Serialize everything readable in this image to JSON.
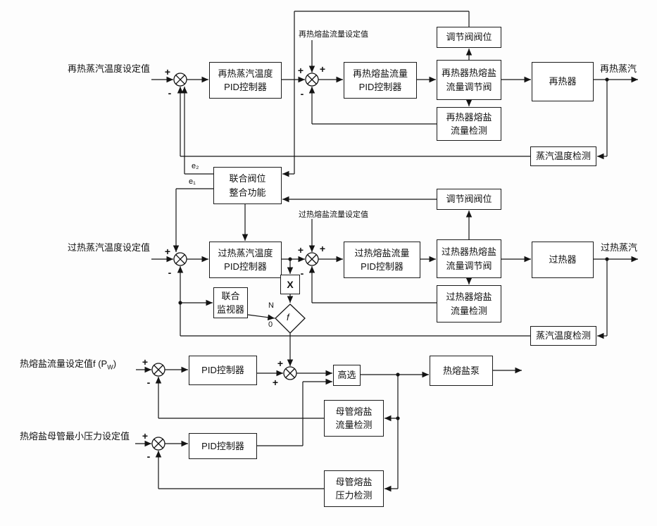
{
  "colors": {
    "ink": "#111111",
    "background": "#ffffff"
  },
  "signs": {
    "plus": "+",
    "minus": "-"
  },
  "labels": {
    "reheat_temp_setpoint": "再热蒸汽温度设定值",
    "reheat_flow_setpoint": "再热熔盐流量设定值",
    "reheat_steam": "再热蒸汽",
    "superheat_temp_setpoint": "过热蒸汽温度设定值",
    "superheat_flow_setpoint": "过热熔盐流量设定值",
    "superheat_steam": "过热蒸汽",
    "pump_flow_setpoint": {
      "pre": "热熔盐流量设定值f (P",
      "sub": "W",
      "post": ")"
    },
    "header_pressure_setpoint": "热熔盐母管最小压力设定值",
    "e2": "e₂",
    "e1": "e₁",
    "n": "N",
    "zero": "0",
    "multiply": "X",
    "f": "f"
  },
  "blocks": {
    "reheat_temp_pid": {
      "line1": "再热蒸汽温度",
      "line2": "PID控制器"
    },
    "reheat_flow_pid": {
      "line1": "再热熔盐流量",
      "line2": "PID控制器"
    },
    "reheat_valve": {
      "line1": "再热器热熔盐",
      "line2": "流量调节阀"
    },
    "reheater": {
      "line1": "再热器"
    },
    "valve_pos_top": {
      "line1": "调节阀阀位"
    },
    "reheat_flow_detect": {
      "line1": "再热器熔盐",
      "line2": "流量检测"
    },
    "steam_temp_detect_top": {
      "line1": "蒸汽温度检测"
    },
    "combined_valve_pos": {
      "line1": "联合阀位",
      "line2": "整合功能"
    },
    "valve_pos_mid": {
      "line1": "调节阀阀位"
    },
    "superheat_temp_pid": {
      "line1": "过热蒸汽温度",
      "line2": "PID控制器"
    },
    "superheat_flow_pid": {
      "line1": "过热熔盐流量",
      "line2": "PID控制器"
    },
    "superheat_valve": {
      "line1": "过热器热熔盐",
      "line2": "流量调节阀"
    },
    "superheater": {
      "line1": "过热器"
    },
    "combined_monitor": {
      "line1": "联合",
      "line2": "监视器"
    },
    "superheat_flow_detect": {
      "line1": "过热器熔盐",
      "line2": "流量检测"
    },
    "steam_temp_detect_bottom": {
      "line1": "蒸汽温度检测"
    },
    "flow_pid": {
      "line1": "PID控制器"
    },
    "high_select": {
      "line1": "高选"
    },
    "salt_pump": {
      "line1": "热熔盐泵"
    },
    "pressure_pid": {
      "line1": "PID控制器"
    },
    "header_flow_detect": {
      "line1": "母管熔盐",
      "line2": "流量检测"
    },
    "header_pressure_detect": {
      "line1": "母管熔盐",
      "line2": "压力检测"
    }
  }
}
